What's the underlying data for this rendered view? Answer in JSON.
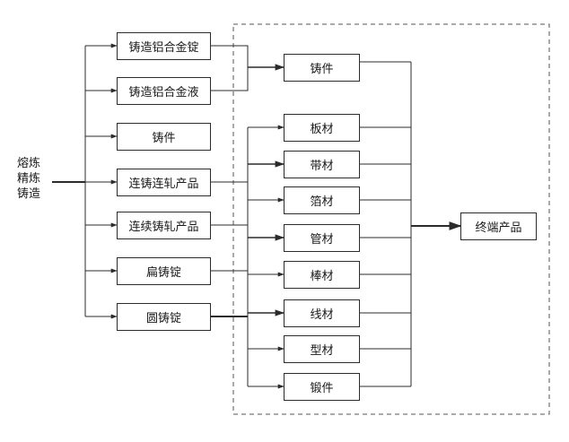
{
  "source_lines": [
    "熔炼",
    "精炼",
    "铸造"
  ],
  "left_column": [
    "铸造铝合金锭",
    "铸造铝合金液",
    "铸件",
    "连铸连轧产品",
    "连续铸轧产品",
    "扁铸锭",
    "圆铸锭"
  ],
  "middle_column": [
    "铸件",
    "板材",
    "带材",
    "箔材",
    "管材",
    "棒材",
    "线材",
    "型材",
    "锻件"
  ],
  "final_product": "终端产品",
  "colors": {
    "line": "#2b2b2b",
    "box_border": "#2b2b2b",
    "dashed": "#555555",
    "text": "#1a1a1a"
  }
}
